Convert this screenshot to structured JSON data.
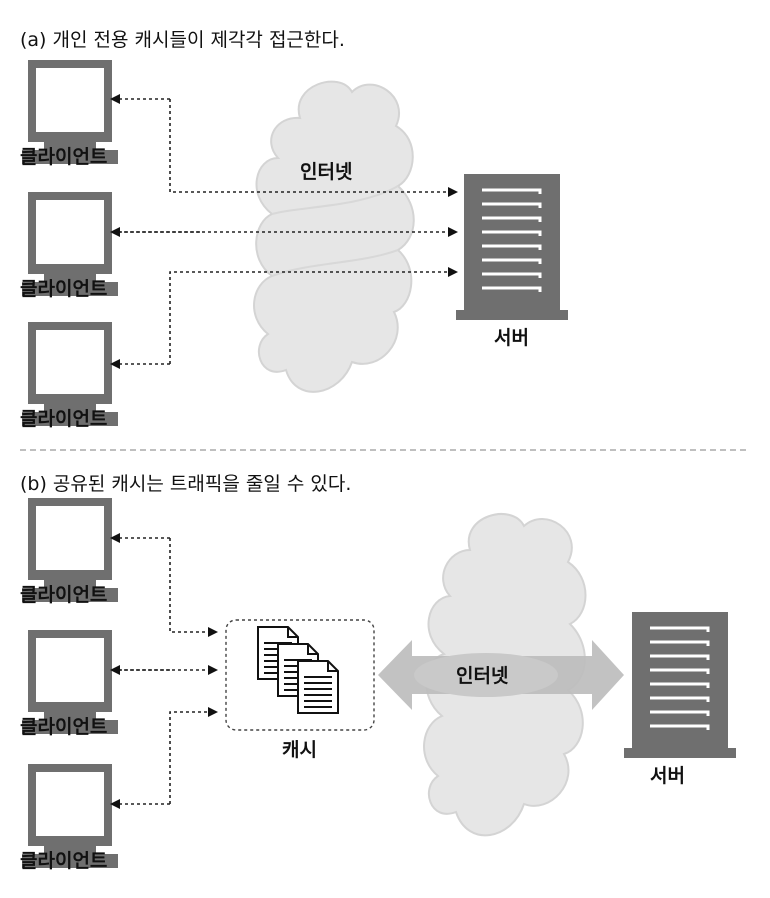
{
  "panel_a": {
    "caption": "(a) 개인 전용 캐시들이 제각각 접근한다.",
    "clients": [
      "클라이언트",
      "클라이언트",
      "클라이언트"
    ],
    "internet": "인터넷",
    "server": "서버"
  },
  "panel_b": {
    "caption": "(b) 공유된 캐시는 트래픽을 줄일 수 있다.",
    "clients": [
      "클라이언트",
      "클라이언트",
      "클라이언트"
    ],
    "cache": "캐시",
    "internet": "인터넷",
    "server": "서버"
  },
  "colors": {
    "device": "#6f6f6f",
    "screen": "#ffffff",
    "cloud": "#e6e6e6",
    "cloud_edge": "#d2d2d2",
    "arrow_band": "#bdbdbd",
    "line": "#222222",
    "divider": "#aaaaaa"
  }
}
